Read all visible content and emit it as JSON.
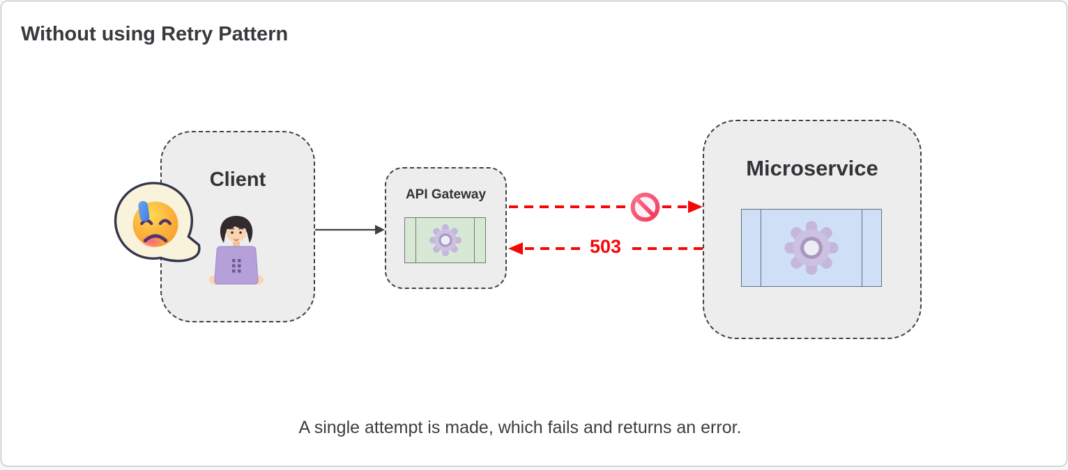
{
  "page": {
    "title": "Without using Retry Pattern",
    "caption": "A single attempt is made, which fails and returns an error."
  },
  "nodes": {
    "client": {
      "label": "Client"
    },
    "api_gateway": {
      "label": "API Gateway"
    },
    "microservice": {
      "label": "Microservice"
    }
  },
  "edges": {
    "client_to_gateway": {
      "type": "solid-arrow"
    },
    "gateway_to_microservice": {
      "type": "dashed-error-arrow",
      "icon": "no-entry-icon"
    },
    "microservice_to_gateway": {
      "type": "dashed-error-arrow",
      "label": "503"
    }
  },
  "icons": {
    "client_mood": "sad-face-with-sweat-emoji",
    "client_user": "person-at-laptop-emoji",
    "gateway_service": "gear-emoji",
    "microservice_service": "gear-emoji",
    "blocked": "no-entry-sign"
  },
  "colors": {
    "error": "#f60606",
    "node_fill": "#ededed",
    "node_border": "#3f3f3f",
    "gateway_process_fill": "#d7e9d5",
    "microservice_process_fill": "#cfe0f6",
    "speech_bubble_fill": "#faf3dc",
    "title_text": "#38383e"
  }
}
